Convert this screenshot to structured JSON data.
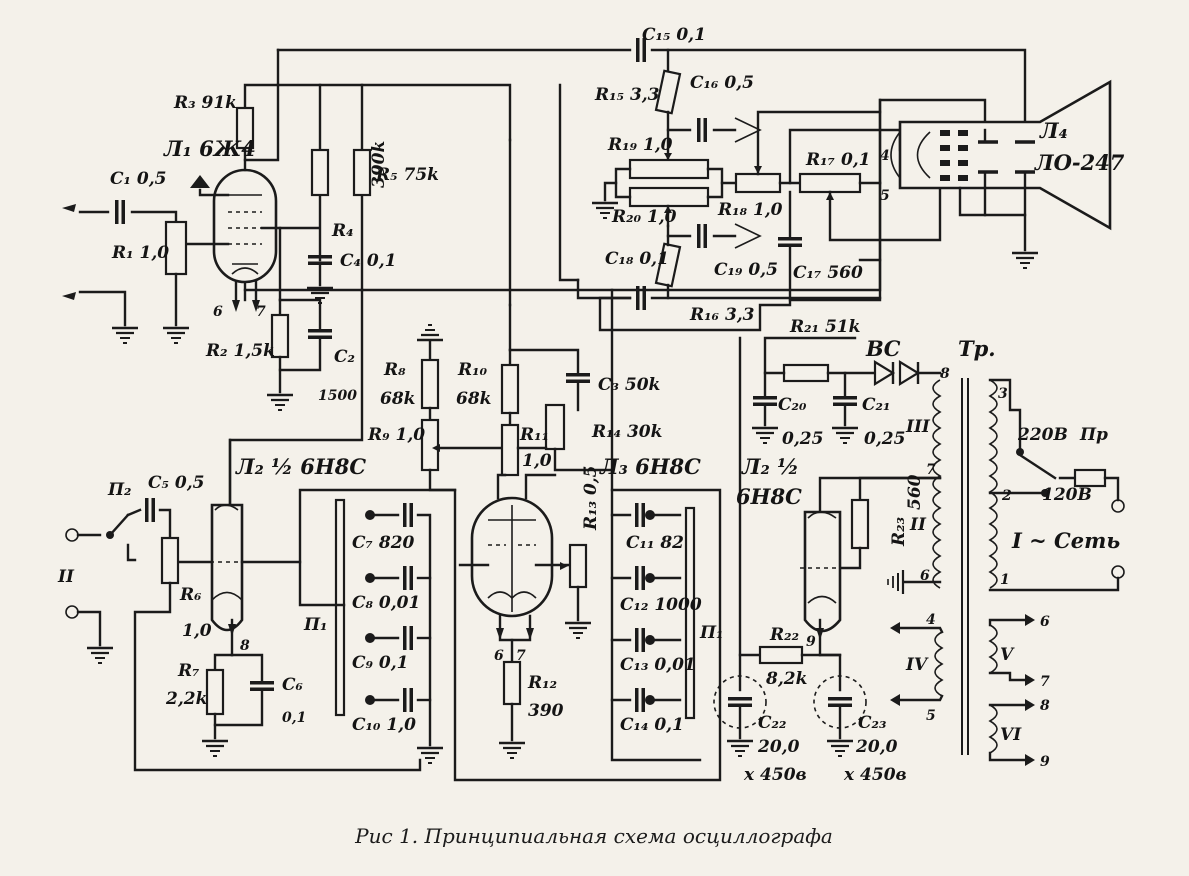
{
  "caption": "Рис  1.  Принципиальная  схема  осциллографа",
  "labels": {
    "C15": "C₁₅ 0,1",
    "R15": "R₁₅ 3,3",
    "C16": "C₁₆ 0,5",
    "R19": "R₁₉ 1,0",
    "R20": "R₂₀ 1,0",
    "R18": "R₁₈ 1,0",
    "R17": "R₁₇ 0,1",
    "C18": "C₁₈ 0,1",
    "C19": "C₁₉ 0,5",
    "C17": "C₁₇ 560",
    "R16": "R₁₆ 3,3",
    "R21": "R₂₁ 51k",
    "L4": "Л₄",
    "L4type": "ЛО-247",
    "pin4": "4",
    "pin5": "5",
    "R3": "R₃ 91k",
    "L1": "Л₁ 6Ж4",
    "C1": "C₁ 0,5",
    "R1": "R₁ 1,0",
    "R4a": "R₄",
    "R4b": "390k",
    "R5": "R₅ 75k",
    "C4": "C₄ 0,1",
    "pin6a": "6",
    "pin7a": "7",
    "R2": "R₂ 1,5k",
    "C2a": "C₂",
    "C2b": "1500",
    "R8a": "R₈",
    "R8b": "68k",
    "R9": "R₉ 1,0",
    "R10a": "R₁₀",
    "R10b": "68k",
    "R11a": "R₁₁",
    "R11b": "1,0",
    "C3": "C₃ 50k",
    "R14": "R₁₄ 30k",
    "L3": "Л₃ 6Н8С",
    "R13": "R₁₃ 0,5",
    "VC": "ВС",
    "Tp": "Тр.",
    "C20a": "C₂₀",
    "C20b": "0,25",
    "C21a": "C₂₁",
    "C21b": "0,25",
    "wIII": "III",
    "t8": "8",
    "t3": "3",
    "v220": "220В",
    "Pr": "Пр",
    "t7": "7",
    "t2": "2",
    "v120": "120В",
    "L2b_a": "Л₂ ½",
    "L2b_b": "6Н8С",
    "R23a": "R₂₃",
    "R23b": "560",
    "wII": "II",
    "net": "I ~ Сеть",
    "t6": "6",
    "t1": "1",
    "P2": "П₂",
    "C5": "C₅ 0,5",
    "L2a": "Л₂ ½ 6Н8С",
    "inII": "II",
    "R6a": "R₆",
    "R6b": "1,0",
    "pin8": "8",
    "R7a": "R₇",
    "R7b": "2,2k",
    "C6a": "C₆",
    "C6b": "0,1",
    "P1a": "П₁",
    "C7": "C₇ 820",
    "C8": "C₈ 0,01",
    "C9": "C₉ 0,1",
    "C10": "C₁₀ 1,0",
    "pin6b": "6",
    "pin7b": "7",
    "R12a": "R₁₂",
    "R12b": "390",
    "C11": "C₁₁ 82",
    "C12": "C₁₂ 1000",
    "C13": "C₁₃ 0,01",
    "C14": "C₁₄ 0,1",
    "P1b": "П₁",
    "R22a": "R₂₂",
    "R22b": "8,2k",
    "pin9": "9",
    "C22a": "C₂₂",
    "C22b": "20,0",
    "C22c": "x 450в",
    "C23a": "C₂₃",
    "C23b": "20,0",
    "C23c": "x 450в",
    "wIV": "IV",
    "wV": "V",
    "wVI": "VI",
    "o4": "4",
    "o5": "5",
    "o6": "6",
    "o7": "7",
    "o8": "8",
    "o9": "9"
  }
}
